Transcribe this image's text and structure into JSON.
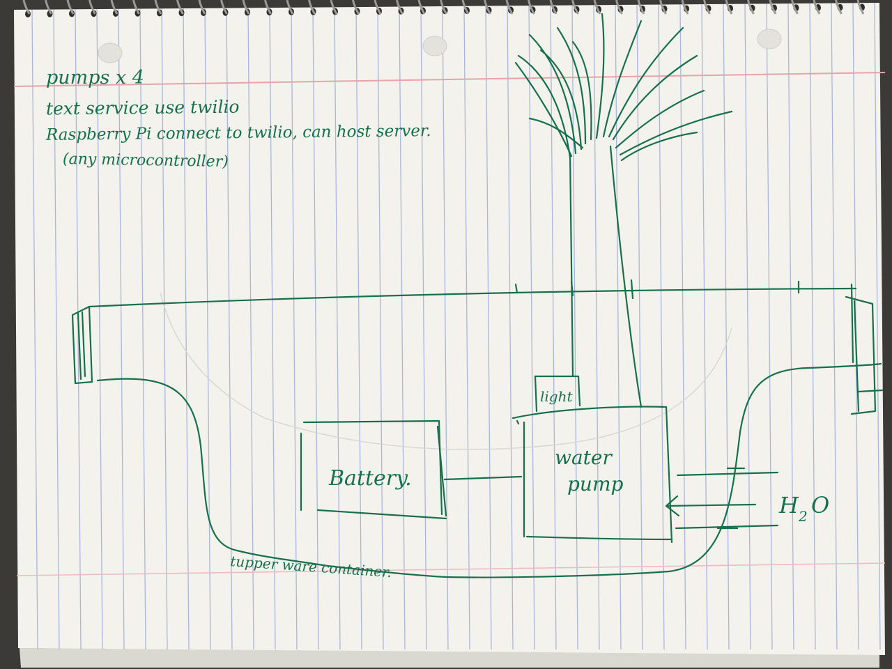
{
  "notes": {
    "line1": "pumps x 4",
    "line2": "text service use twilio",
    "line3": "Raspberry Pi connect to twilio, can host server.",
    "line4": "(any microcontroller)"
  },
  "diagram": {
    "battery_label": "Battery.",
    "pump_label_1": "water",
    "pump_label_2": "pump",
    "light_label": "light",
    "h2o_label_h": "H",
    "h2o_label_sub": "2",
    "h2o_label_o": "O",
    "container_label": "tupper ware container."
  },
  "colors": {
    "ink": "#17704c",
    "paper": "#f3f2ec",
    "rule_blue": "#a9b6dc",
    "margin_red": "#e6a3a8"
  }
}
